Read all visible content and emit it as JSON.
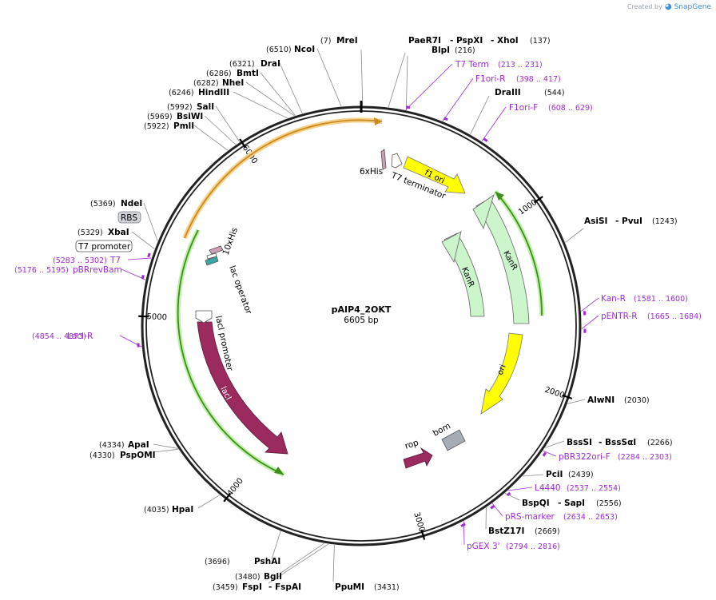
{
  "branding": {
    "created_by": "Created by",
    "logo_icon": "snapgene-logo-icon",
    "name": "SnapGene"
  },
  "plasmid": {
    "name": "pAIP4_2OKT",
    "size": "6605 bp",
    "length": 6605
  },
  "ticks": [
    "1000",
    "2000",
    "3000",
    "4000",
    "5000",
    "6000"
  ],
  "sites": [
    {
      "name": "MreI",
      "pos": "(7)"
    },
    {
      "name": "PaeR7I",
      "pos": ""
    },
    {
      "name": "- PspXI",
      "pos": ""
    },
    {
      "name": "- XhoI",
      "pos": "(137)"
    },
    {
      "name": "BlpI",
      "pos": "(216)"
    },
    {
      "name": "DraIII",
      "pos": "(544)"
    },
    {
      "name": "AsiSI",
      "pos": ""
    },
    {
      "name": "- PvuI",
      "pos": "(1243)"
    },
    {
      "name": "AlwNI",
      "pos": "(2030)"
    },
    {
      "name": "BssSI",
      "pos": ""
    },
    {
      "name": "- BssSαI",
      "pos": "(2266)"
    },
    {
      "name": "PciI",
      "pos": "(2439)"
    },
    {
      "name": "BspQI",
      "pos": ""
    },
    {
      "name": "- SapI",
      "pos": "(2556)"
    },
    {
      "name": "BstZ17I",
      "pos": "(2669)"
    },
    {
      "name": "PpuMI",
      "pos": "(3431)"
    },
    {
      "name": "FspI",
      "pos": "(3459)"
    },
    {
      "name": "- FspAI",
      "pos": ""
    },
    {
      "name": "BglI",
      "pos": "(3480)"
    },
    {
      "name": "PshAI",
      "pos": "(3696)"
    },
    {
      "name": "HpaI",
      "pos": "(4035)"
    },
    {
      "name": "ApaI",
      "pos": "(4334)"
    },
    {
      "name": "PspOMI",
      "pos": "(4330)"
    },
    {
      "name": "XbaI",
      "pos": "(5329)"
    },
    {
      "name": "NdeI",
      "pos": "(5369)"
    },
    {
      "name": "PmlI",
      "pos": "(5922)"
    },
    {
      "name": "BsiWI",
      "pos": "(5969)"
    },
    {
      "name": "SalI",
      "pos": "(5992)"
    },
    {
      "name": "HindIII",
      "pos": "(6246)"
    },
    {
      "name": "NheI",
      "pos": "(6282)"
    },
    {
      "name": "BmtI",
      "pos": "(6286)"
    },
    {
      "name": "DraI",
      "pos": "(6321)"
    },
    {
      "name": "NcoI",
      "pos": "(6510)"
    }
  ],
  "primers": [
    {
      "name": "T7 Term",
      "range": "(213 .. 231)"
    },
    {
      "name": "F1ori-R",
      "range": "(398 .. 417)"
    },
    {
      "name": "F1ori-F",
      "range": "(608 .. 629)"
    },
    {
      "name": "Kan-R",
      "range": "(1581 .. 1600)"
    },
    {
      "name": "pENTR-R",
      "range": "(1665 .. 1684)"
    },
    {
      "name": "pBR322ori-F",
      "range": "(2284 .. 2303)"
    },
    {
      "name": "L4440",
      "range": "(2537 .. 2554)"
    },
    {
      "name": "pRS-marker",
      "range": "(2634 .. 2653)"
    },
    {
      "name": "pGEX 3'",
      "range": "(2794 .. 2816)"
    },
    {
      "name": "LacI-R",
      "range": "(4854 .. 4873)"
    },
    {
      "name": "pBRrevBam",
      "range": "(5176 .. 5195)"
    },
    {
      "name": "T7",
      "range": "(5283 .. 5302)"
    }
  ],
  "features": [
    {
      "name": "f1 ori",
      "color": "#ffff00"
    },
    {
      "name": "KanR",
      "color": "#ccf5cc"
    },
    {
      "name": "KanR",
      "color": "#ccf5cc"
    },
    {
      "name": "ori",
      "color": "#ffff00"
    },
    {
      "name": "lacI",
      "color": "#9b2a5f"
    },
    {
      "name": "6xHis",
      "color": "#c9a0b6"
    },
    {
      "name": "T7 terminator",
      "color": "#ffffff"
    },
    {
      "name": "bom",
      "color": "#a6acb3"
    },
    {
      "name": "rop",
      "color": "#9b2a5f"
    },
    {
      "name": "lacI promoter",
      "color": "#ffffff"
    },
    {
      "name": "lac operator",
      "color": "#3aa6a6"
    },
    {
      "name": "10xHis",
      "color": "#c9a0b6"
    },
    {
      "name": "RBS",
      "color": "#d0d4d8"
    },
    {
      "name": "T7 promoter",
      "color": "#ffffff"
    }
  ],
  "arcs": [
    {
      "name": "highlight-orange",
      "color": "#f5b041"
    },
    {
      "name": "highlight-green",
      "color": "#7ec850"
    }
  ]
}
